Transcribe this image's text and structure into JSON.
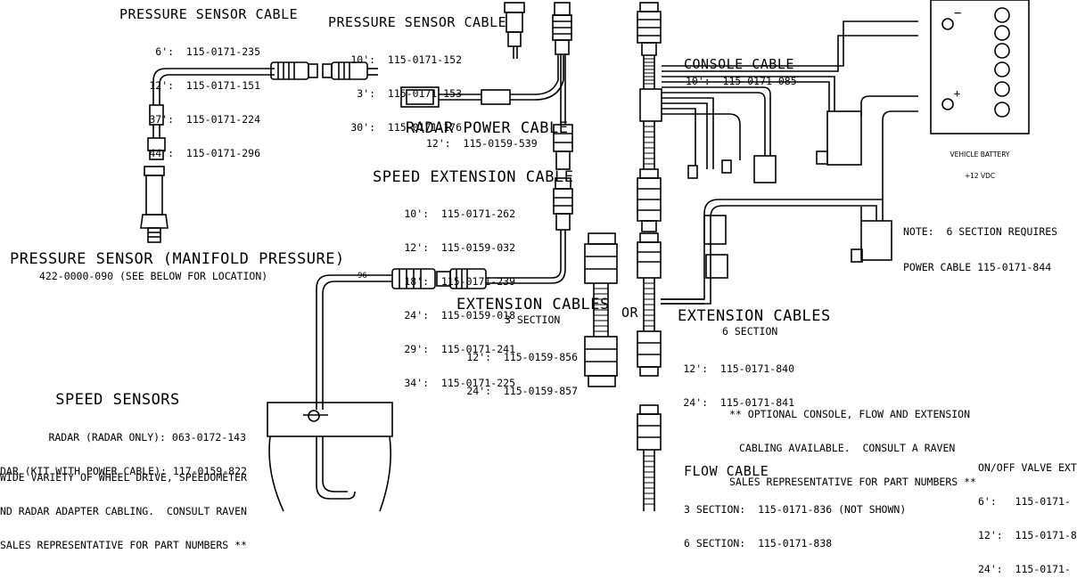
{
  "pressure_sensor_cable_1": {
    "title": "PRESSURE SENSOR CABLE",
    "parts": [
      "6':  115-0171-235",
      "12':  115-0171-151",
      "37':  115-0171-224",
      "44':  115-0171-296"
    ]
  },
  "pressure_sensor_cable_2": {
    "title": "PRESSURE SENSOR CABLE",
    "parts": [
      "10':  115-0171-152",
      "3':  115-0171-153",
      "30':  115-0171-176"
    ]
  },
  "console_cable": {
    "title": "CONSOLE CABLE",
    "part": "10':  115-0171-085"
  },
  "battery": {
    "minus": "−",
    "plus": "+",
    "label_1": "VEHICLE BATTERY",
    "label_2": "+12 VDC"
  },
  "radar_power_cable": {
    "title": "RADAR POWER CABLE",
    "part": "12':  115-0159-539"
  },
  "speed_extension_cable": {
    "title": "SPEED EXTENSION CABLE",
    "parts": [
      "10':  115-0171-262",
      "12':  115-0159-032",
      "18':  115-0171-239",
      "24':  115-0159-018",
      "29':  115-0171-241",
      "34':  115-0171-225"
    ]
  },
  "note": {
    "line_1": "NOTE:  6 SECTION REQUIRES",
    "line_2": "POWER CABLE 115-0171-844"
  },
  "pressure_sensor": {
    "title": "PRESSURE SENSOR (MANIFOLD PRESSURE)",
    "part": "422-0000-090 (SEE BELOW FOR LOCATION)"
  },
  "wire_mark": "96",
  "extension_3": {
    "title": "EXTENSION CABLES",
    "subtitle": "3 SECTION",
    "parts": [
      "12':  115-0159-856",
      "24':  115-0159-857"
    ]
  },
  "or_label": "OR",
  "extension_6": {
    "title": "EXTENSION CABLES",
    "subtitle": "6 SECTION",
    "parts": [
      "12':  115-0171-840",
      "24':  115-0171-841"
    ]
  },
  "optional_note": {
    "line_1": "** OPTIONAL CONSOLE, FLOW AND EXTENSION",
    "line_2": "CABLING AVAILABLE.  CONSULT A RAVEN",
    "line_3": "SALES REPRESENTATIVE FOR PART NUMBERS **"
  },
  "speed_sensors": {
    "title": "SPEED SENSORS",
    "line_1": "RADAR (RADAR ONLY): 063-0172-143",
    "line_2": "DAR (KIT WITH POWER CABLE): 117-0159-822",
    "note_1": "WIDE VARIETY OF WHEEL DRIVE, SPEEDOMETER",
    "note_2": "ND RADAR ADAPTER CABLING.  CONSULT RAVEN",
    "note_3": "SALES REPRESENTATIVE FOR PART NUMBERS **"
  },
  "flow_cable": {
    "title": "FLOW CABLE",
    "line_1": "3 SECTION:  115-0171-836 (NOT SHOWN)",
    "line_2": "6 SECTION:  115-0171-838"
  },
  "onoff_valve": {
    "title": "ON/OFF VALVE EXT",
    "parts": [
      "6':   115-0171-",
      "12':  115-0171-8",
      "24':  115-0171-"
    ]
  }
}
